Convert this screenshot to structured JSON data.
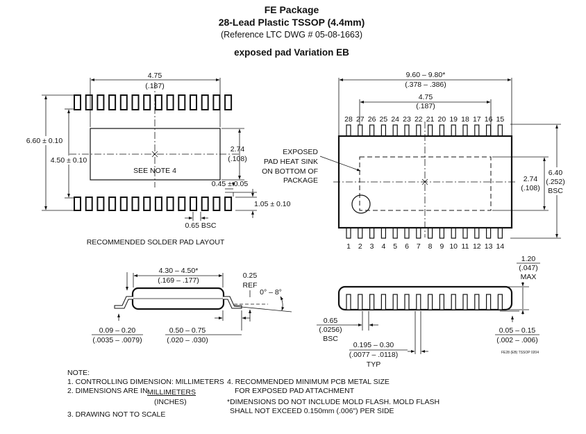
{
  "header": {
    "title": "FE Package",
    "subtitle": "28-Lead Plastic TSSOP (4.4mm)",
    "reference": "(Reference LTC DWG # 05-08-1663)",
    "variation": "exposed pad Variation EB"
  },
  "solder_layout": {
    "caption": "RECOMMENDED SOLDER PAD LAYOUT",
    "width_mm": "4.75",
    "width_in": "(.187)",
    "overall_height": "6.60 ± 0.10",
    "body_height": "4.50 ± 0.10",
    "pad_height_mm": "2.74",
    "pad_height_in": "(.108)",
    "see_note": "SEE NOTE 4",
    "pad_width": "0.45 ± 0.05",
    "pad_length": "1.05 ± 0.10",
    "pitch": "0.65 BSC"
  },
  "top_view": {
    "length_mm": "9.60 – 9.80*",
    "length_in": "(.378 – .386)",
    "pad_width_mm": "4.75",
    "pad_width_in": "(.187)",
    "exposed_pad_label": "EXPOSED\nPAD HEAT SINK\nON BOTTOM OF\nPACKAGE",
    "pad_height_mm": "2.74",
    "pad_height_in": "(.108)",
    "overall_width_mm": "6.40",
    "overall_width_in": "(.252)",
    "overall_width_note": "BSC",
    "top_pins": [
      "28",
      "27",
      "26",
      "25",
      "24",
      "23",
      "22",
      "21",
      "20",
      "19",
      "18",
      "17",
      "16",
      "15"
    ],
    "bottom_pins": [
      "1",
      "2",
      "3",
      "4",
      "5",
      "6",
      "7",
      "8",
      "9",
      "10",
      "11",
      "12",
      "13",
      "14"
    ]
  },
  "side_view": {
    "body_length": "4.30 – 4.50*",
    "body_length_in": "(.169 – .177)",
    "gauge": "0.25",
    "ref": "REF",
    "angle": "0° – 8°",
    "lead_thickness": "0.09 – 0.20",
    "lead_thickness_in": "(.0035 – .0079)",
    "foot_length": "0.50 – 0.75",
    "foot_length_in": "(.020 – .030)"
  },
  "end_view": {
    "height_mm": "1.20",
    "height_in": "(.047)",
    "height_note": "MAX",
    "pitch": "0.65",
    "pitch_in": "(.0256)",
    "pitch_note": "BSC",
    "lead_width": "0.195 – 0.30",
    "lead_width_in": "(.0077 – .0118)",
    "lead_width_note": "TYP",
    "standoff": "0.05 – 0.15",
    "standoff_in": "(.002 – .006)",
    "drawing_id": "FE28 (EB) TSSOP 0204"
  },
  "notes": {
    "heading": "NOTE:",
    "n1": "1. CONTROLLING DIMENSION: MILLIMETERS",
    "n2a": "2. DIMENSIONS ARE IN",
    "n2b": "MILLIMETERS",
    "n2c": "(INCHES)",
    "n3": "3. DRAWING NOT TO SCALE",
    "n4a": "4. RECOMMENDED MINIMUM PCB METAL SIZE",
    "n4b": "FOR EXPOSED PAD ATTACHMENT",
    "n5a": "*DIMENSIONS DO NOT INCLUDE MOLD FLASH. MOLD FLASH",
    "n5b": "SHALL NOT EXCEED 0.150mm (.006\") PER SIDE"
  }
}
